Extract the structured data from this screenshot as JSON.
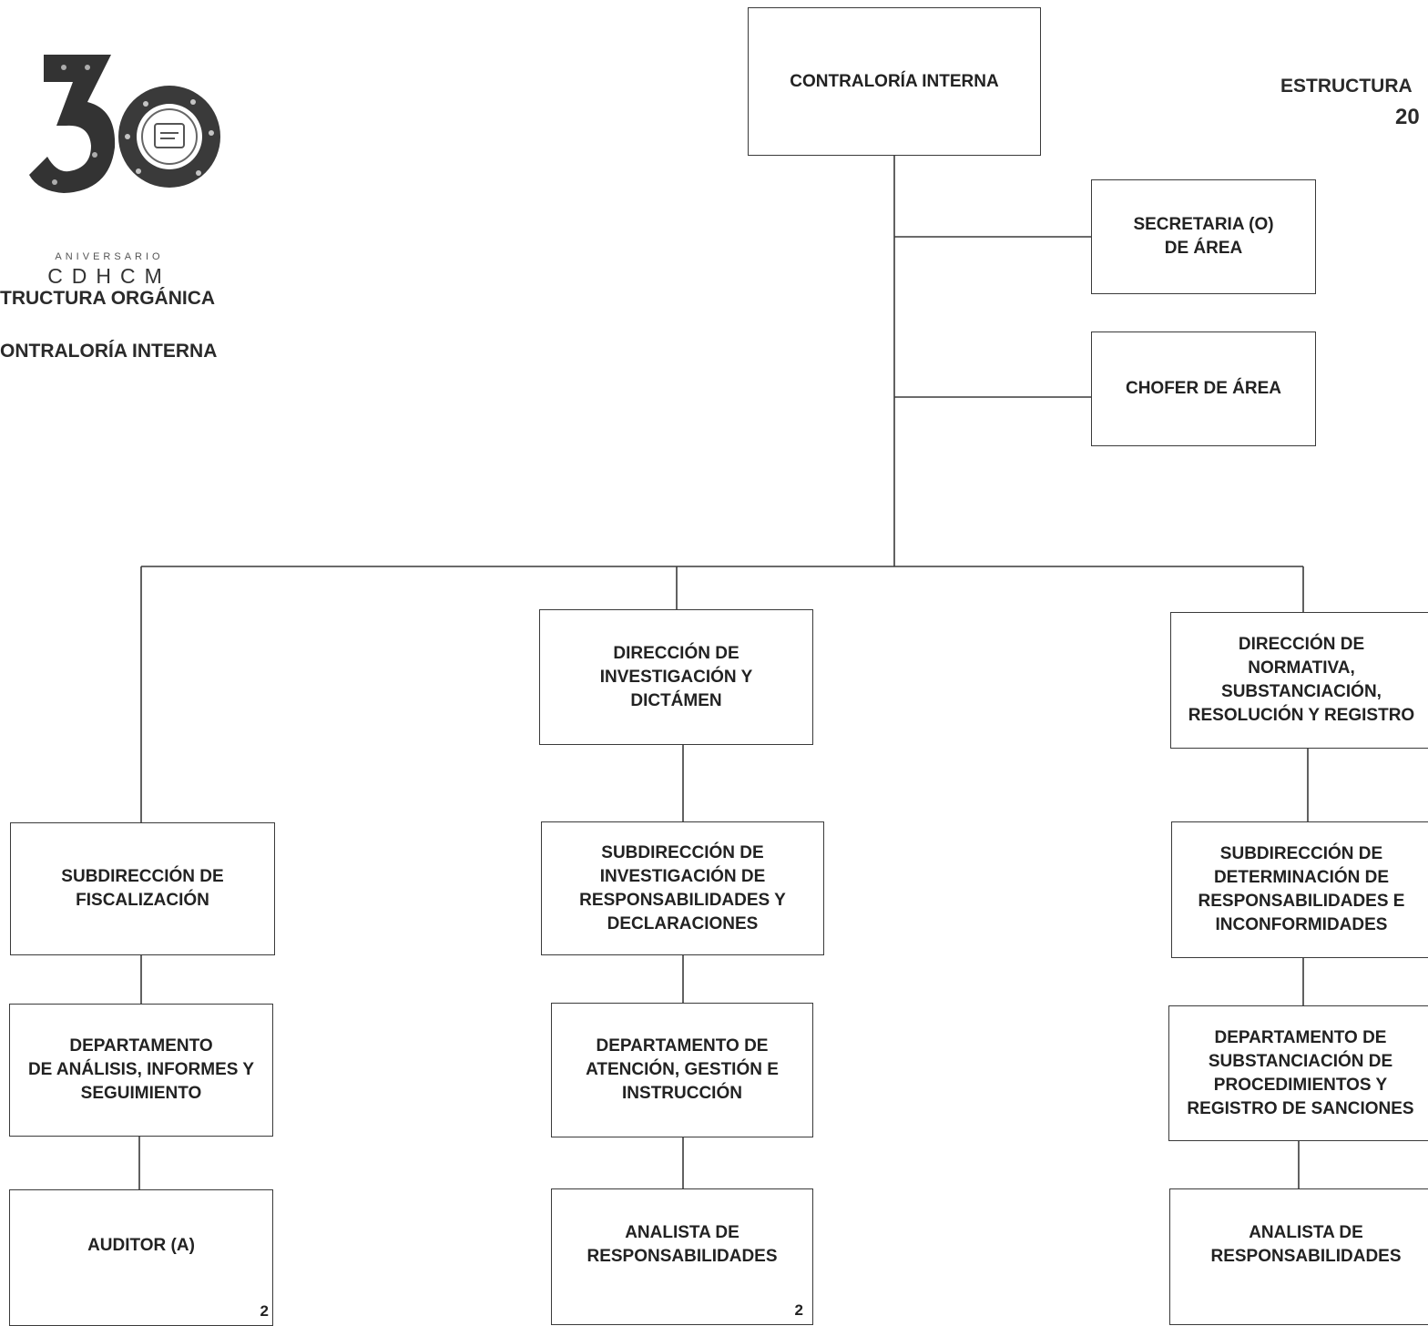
{
  "header": {
    "org_line1": "TRUCTURA ORGÁNICA",
    "org_line2": "ONTRALORÍA INTERNA",
    "right_title_1": "ESTRUCTURA",
    "right_title_2": "20"
  },
  "logo": {
    "number": "30",
    "small_text": "ANIVERSARIO",
    "acronym": "CDHCM"
  },
  "nodes": {
    "contraloria": "CONTRALORÍA INTERNA",
    "secretaria": "SECRETARIA (O)\nDE ÁREA",
    "chofer": "CHOFER DE ÁREA",
    "dir_investigacion": "DIRECCIÓN DE\nINVESTIGACIÓN Y\nDICTÁMEN",
    "dir_normativa": "DIRECCIÓN DE\nNORMATIVA,\nSUBSTANCIACIÓN,\nRESOLUCIÓN Y REGISTRO",
    "sub_fiscalizacion": "SUBDIRECCIÓN DE\nFISCALIZACIÓN",
    "sub_investigacion": "SUBDIRECCIÓN DE\nINVESTIGACIÓN DE\nRESPONSABILIDADES Y\nDECLARACIONES",
    "sub_determinacion": "SUBDIRECCIÓN DE\nDETERMINACIÓN DE\nRESPONSABILIDADES E\nINCONFORMIDADES",
    "dep_analisis": "DEPARTAMENTO\nDE ANÁLISIS, INFORMES Y\nSEGUIMIENTO",
    "dep_atencion": "DEPARTAMENTO DE\nATENCIÓN, GESTIÓN E\nINSTRUCCIÓN",
    "dep_substanciacion": "DEPARTAMENTO DE\nSUBSTANCIACIÓN DE\nPROCEDIMIENTOS Y\nREGISTRO DE SANCIONES",
    "auditor": "AUDITOR (A)",
    "analista_1": "ANALISTA DE\nRESPONSABILIDADES",
    "analista_2": "ANALISTA DE\nRESPONSABILIDADES",
    "auditor_count": "2",
    "analista_1_count": "2"
  }
}
